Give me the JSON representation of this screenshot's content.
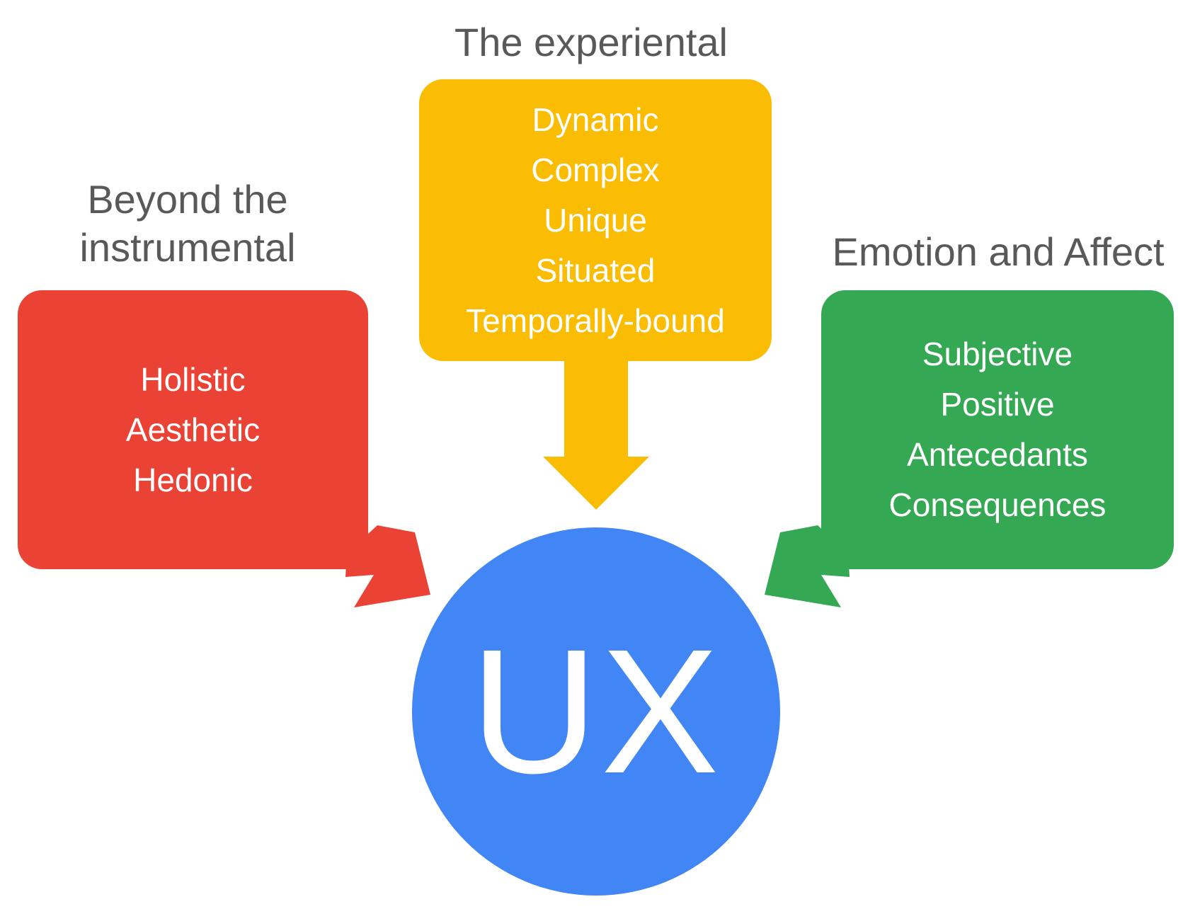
{
  "colors": {
    "red": "#EA4335",
    "yellow": "#FBBC04",
    "green": "#34A853",
    "blue": "#4285F4",
    "heading_text": "#595959",
    "box_text": "#FFFFFF"
  },
  "headings": {
    "experiential": "The experiental",
    "instrumental": [
      "Beyond the",
      "instrumental"
    ],
    "emotion": "Emotion and Affect"
  },
  "boxes": {
    "red": {
      "items": [
        "Holistic",
        "Aesthetic",
        "Hedonic"
      ]
    },
    "yellow": {
      "items": [
        "Dynamic",
        "Complex",
        "Unique",
        "Situated",
        "Temporally-bound"
      ]
    },
    "green": {
      "items": [
        "Subjective",
        "Positive",
        "Antecedants",
        "Consequences"
      ]
    }
  },
  "center": {
    "label": "UX"
  }
}
